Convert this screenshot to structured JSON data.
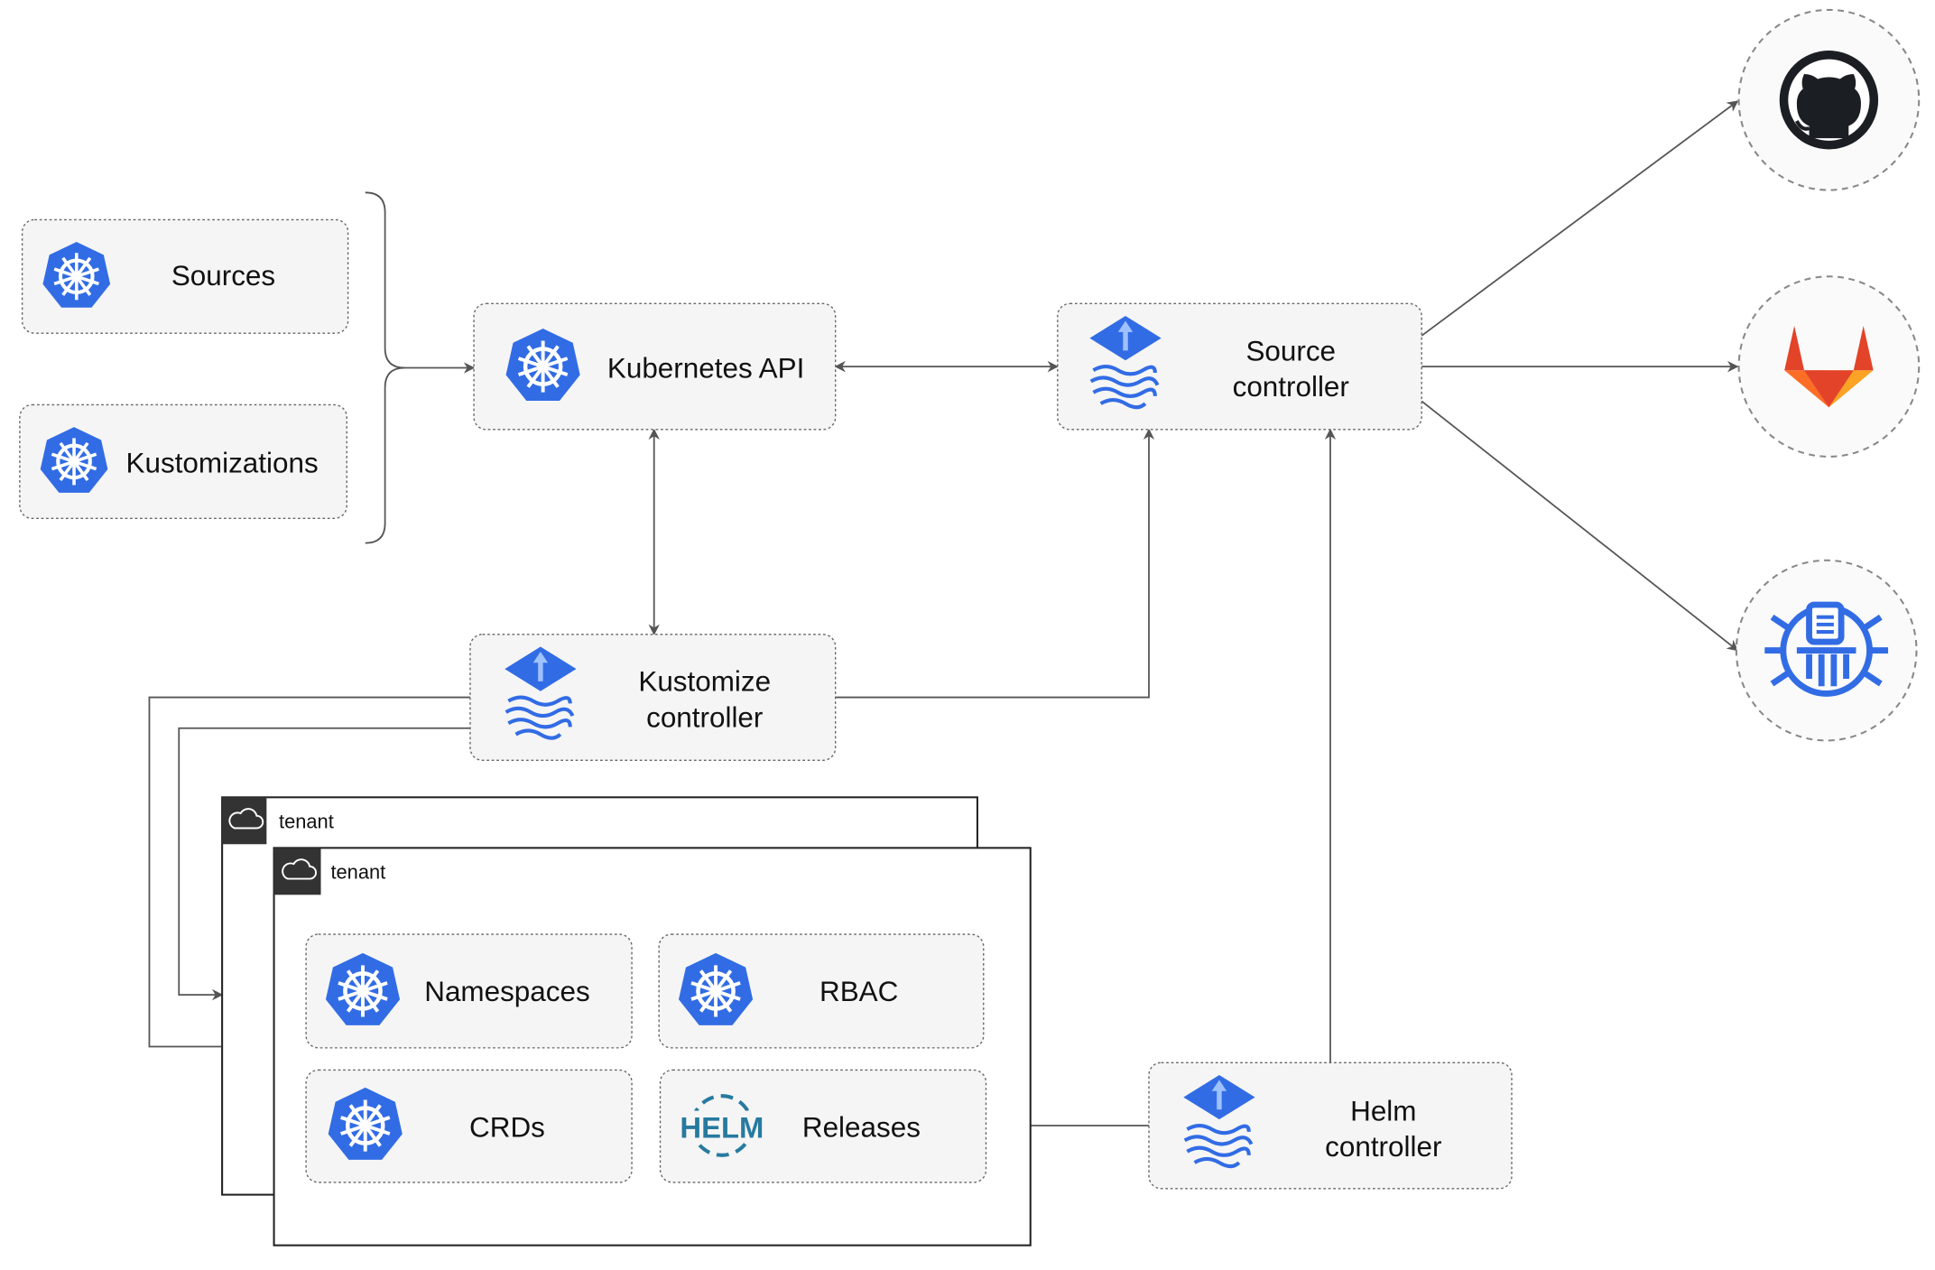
{
  "colors": {
    "k8s_blue": "#326CE5",
    "helm_blue": "#277A9F",
    "gitlab_orange": "#E24329",
    "github_dark": "#1B1F23",
    "tenant_header": "#333333"
  },
  "nodes": {
    "sources": "Sources",
    "kustomizations": "Kustomizations",
    "kubernetes_api": "Kubernetes API",
    "source_controller": [
      "Source",
      "controller"
    ],
    "kustomize_controller": [
      "Kustomize",
      "controller"
    ],
    "helm_controller": [
      "Helm",
      "controller"
    ],
    "namespaces": "Namespaces",
    "rbac": "RBAC",
    "crds": "CRDs",
    "releases": "Releases"
  },
  "tenants": [
    "tenant",
    "tenant"
  ],
  "helm_logo_text": "HELM",
  "icons": {
    "k8s": "kubernetes-icon",
    "flux": "flux-icon",
    "helm": "helm-icon",
    "github": "github-icon",
    "gitlab": "gitlab-icon",
    "bucket": "bucket-icon",
    "cloud": "cloud-icon"
  }
}
